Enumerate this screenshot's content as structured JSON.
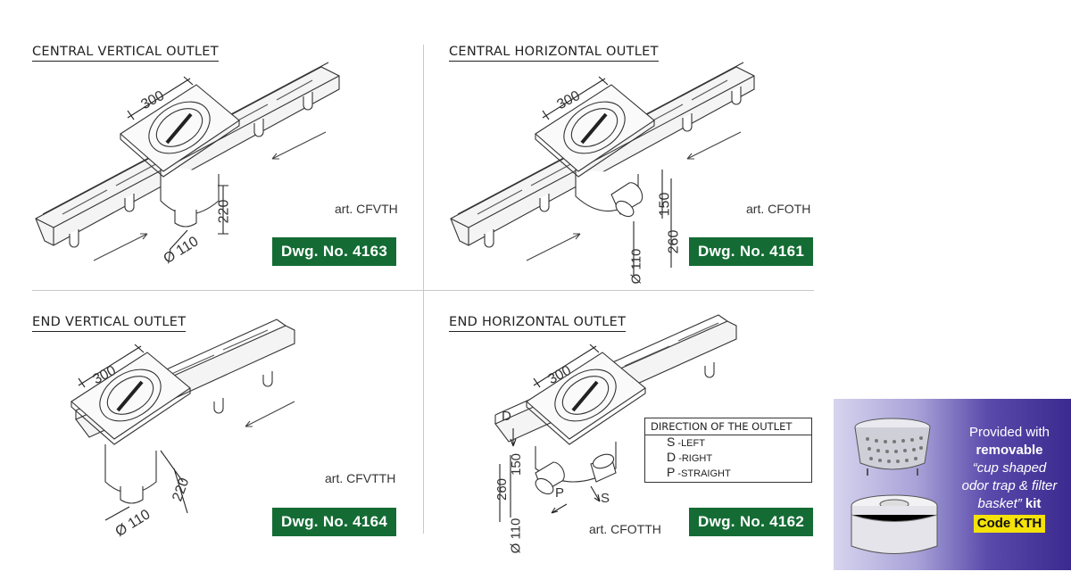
{
  "panels": [
    {
      "title": "CENTRAL VERTICAL OUTLET",
      "art": "art. CFVTH",
      "dwg": "Dwg. No.  4163",
      "dims": {
        "width": "300",
        "diameter": "Ø 110",
        "height": "220"
      }
    },
    {
      "title": "CENTRAL HORIZONTAL OUTLET",
      "art": "art. CFOTH",
      "dwg": "Dwg. No.  4161",
      "dims": {
        "width": "300",
        "diameter": "Ø 110",
        "height_a": "150",
        "height_b": "260"
      }
    },
    {
      "title": "END VERTICAL OUTLET",
      "art": "art. CFVTTH",
      "dwg": "Dwg. No.  4164",
      "dims": {
        "width": "300",
        "diameter": "Ø 110",
        "height": "220"
      }
    },
    {
      "title": "END HORIZONTAL OUTLET",
      "art": "art. CFOTTH",
      "dwg": "Dwg. No.  4162",
      "dims": {
        "width": "300",
        "diameter": "Ø 110",
        "height_a": "150",
        "height_b": "260",
        "dir_d": "D",
        "dir_p": "P",
        "dir_s": "S"
      }
    }
  ],
  "legend": {
    "title": "DIRECTION OF THE OUTLET",
    "rows": [
      {
        "key": "S",
        "text": "-LEFT"
      },
      {
        "key": "D",
        "text": "-RIGHT"
      },
      {
        "key": "P",
        "text": "-STRAIGHT"
      }
    ]
  },
  "kit": {
    "line1": "Provided with",
    "line2": "removable",
    "line3": "“cup shaped",
    "line4": "odor trap & filter",
    "line5": "basket”",
    "line5b": " kit",
    "code": "Code KTH"
  },
  "colors": {
    "dwg_badge": "#146c34",
    "kit_code": "#f4e20a",
    "kit_bg": "#3b2a8f"
  }
}
